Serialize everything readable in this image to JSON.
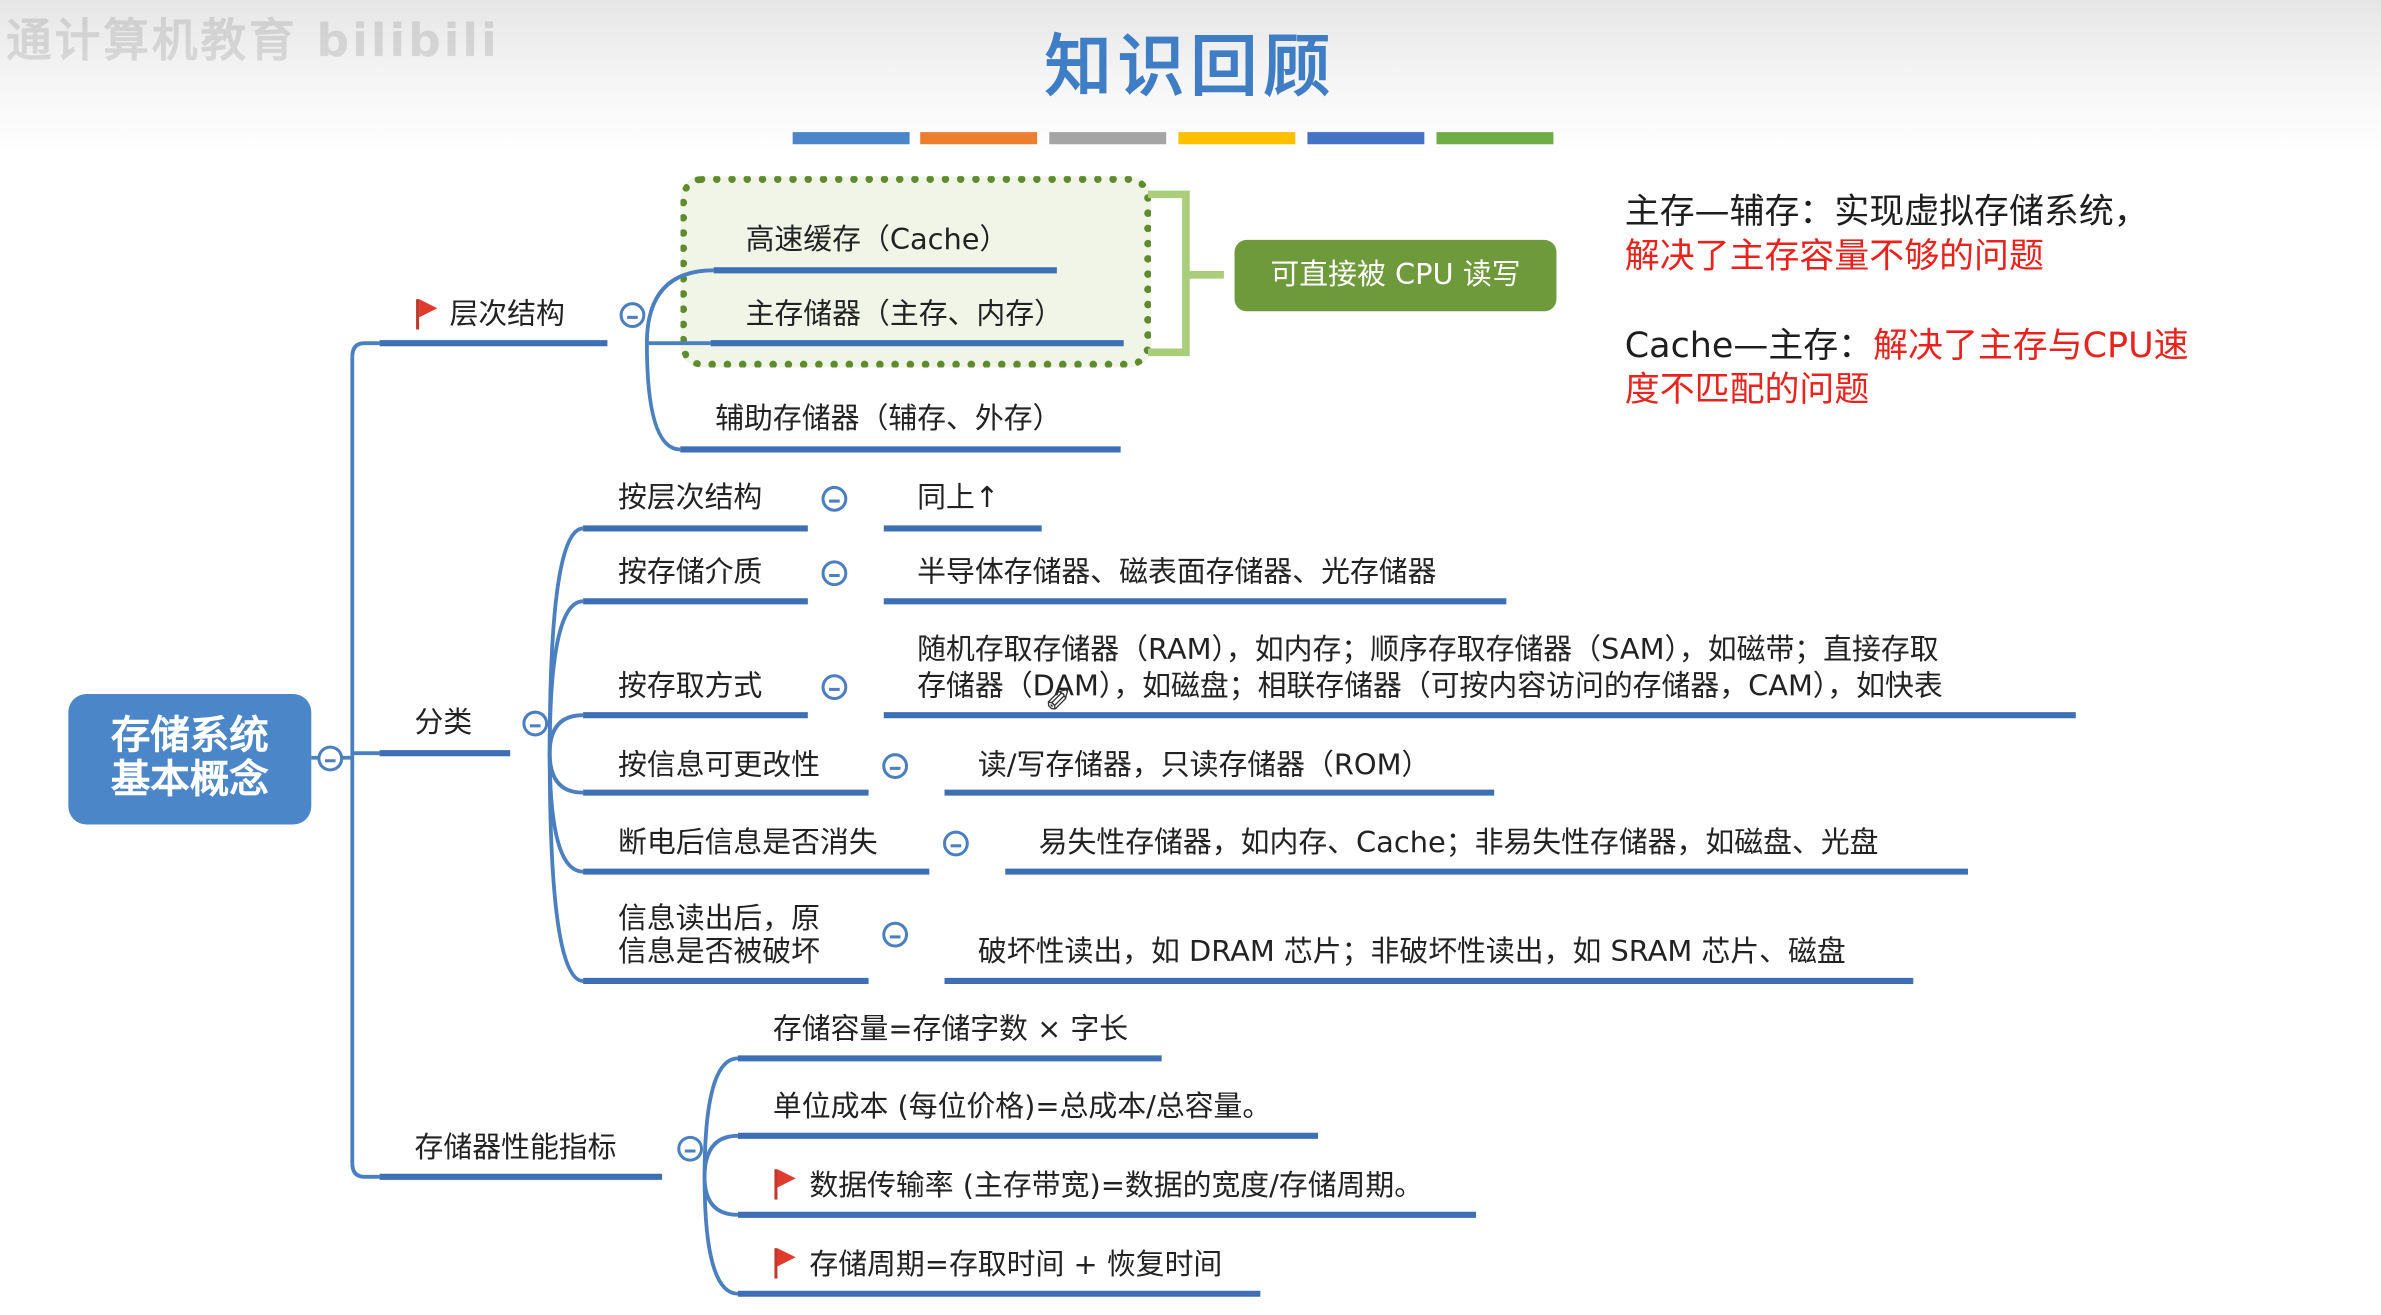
{
  "header": {
    "watermark": "通计算机教育 bilibili",
    "title": "知识回顾",
    "accent_colors": [
      "#4a86c8",
      "#ed7d31",
      "#a5a5a5",
      "#ffc000",
      "#4472c4",
      "#70ad47"
    ]
  },
  "root": {
    "line1": "存储系统",
    "line2": "基本概念"
  },
  "hierarchy": {
    "label": "层次结构",
    "items": [
      "高速缓存（Cache）",
      "主存储器（主存、内存）",
      "辅助存储器（辅存、外存）"
    ],
    "bracket_note": "可直接被 CPU 读写"
  },
  "classification": {
    "label": "分类",
    "rows": [
      {
        "key": "按层次结构",
        "value": "同上↑"
      },
      {
        "key": "按存储介质",
        "value": "半导体存储器、磁表面存储器、光存储器"
      },
      {
        "key": "按存取方式",
        "value_line1": "随机存取存储器（RAM），如内存；顺序存取存储器（SAM），如磁带；直接存取",
        "value_line2": "存储器（DAM），如磁盘；相联存储器（可按内容访问的存储器，CAM），如快表"
      },
      {
        "key": "按信息可更改性",
        "value": "读/写存储器，只读存储器（ROM）"
      },
      {
        "key": "断电后信息是否消失",
        "value": "易失性存储器，如内存、Cache；非易失性存储器，如磁盘、光盘"
      },
      {
        "key_line1": "信息读出后，原",
        "key_line2": "信息是否被破坏",
        "value": "破坏性读出，如 DRAM 芯片；非破坏性读出，如 SRAM 芯片、磁盘"
      }
    ]
  },
  "performance": {
    "label": "存储器性能指标",
    "items": [
      "存储容量=存储字数 × 字长",
      "单位成本 (每位价格)=总成本/总容量。",
      "数据传输率 (主存带宽)=数据的宽度/存储周期。",
      "存储周期=存取时间 + 恢复时间"
    ]
  },
  "notes": {
    "n1_black": "主存—辅存：实现虚拟存储系统，",
    "n1_red": "解决了主存容量不够的问题",
    "n2_black": "Cache—主存：",
    "n2_red_a": "解决了主存与CPU速",
    "n2_red_b": "度不匹配的问题"
  }
}
